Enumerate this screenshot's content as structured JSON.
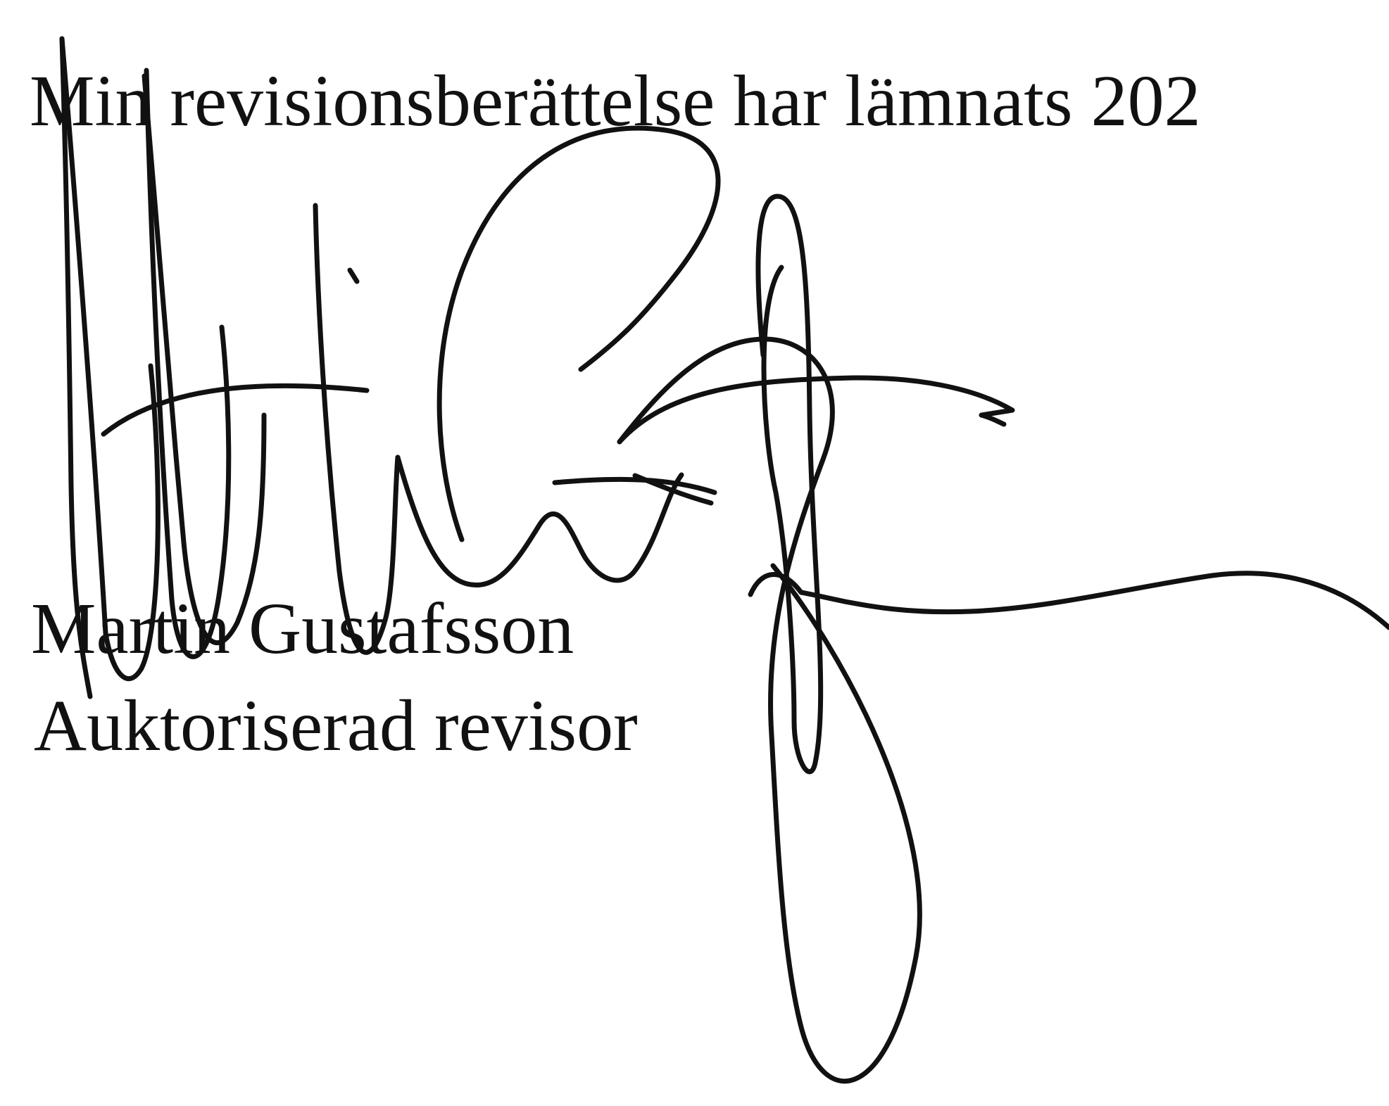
{
  "document": {
    "statement": "Min revisionsberättelse har lämnats 202",
    "signer_name": "Martin Gustafsson",
    "signer_title": "Auktoriserad revisor"
  },
  "signature": {
    "icon": "handwritten-signature",
    "color": "#111111"
  }
}
